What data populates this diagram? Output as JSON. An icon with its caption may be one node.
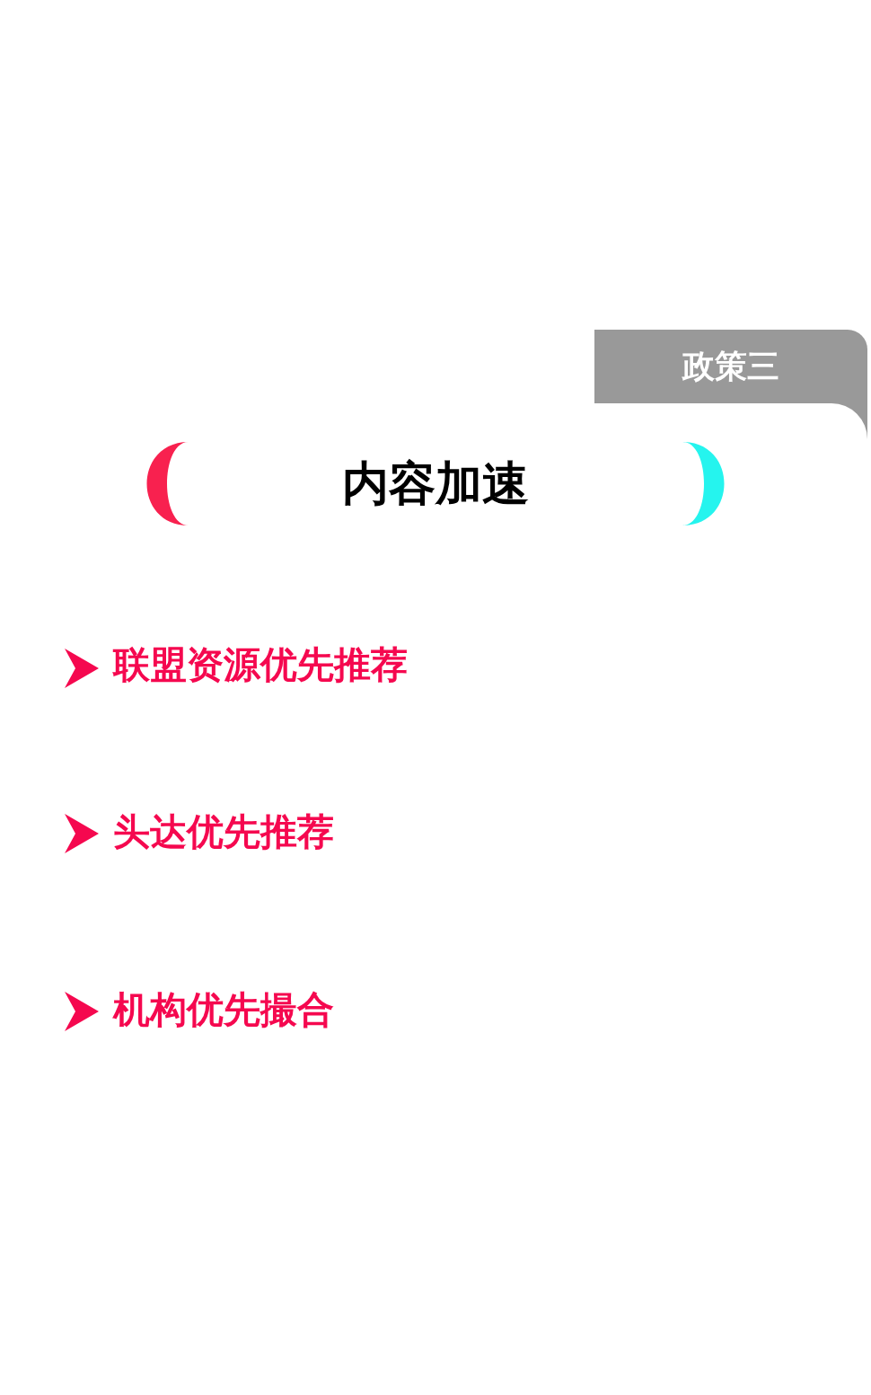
{
  "diagram": {
    "nodes": [
      {
        "text": [
          "政策三"
        ]
      }
    ],
    "labels": [
      "内容加速",
      "联盟资源优先推荐",
      "头达优先推荐",
      "机构优先撮合"
    ]
  }
}
